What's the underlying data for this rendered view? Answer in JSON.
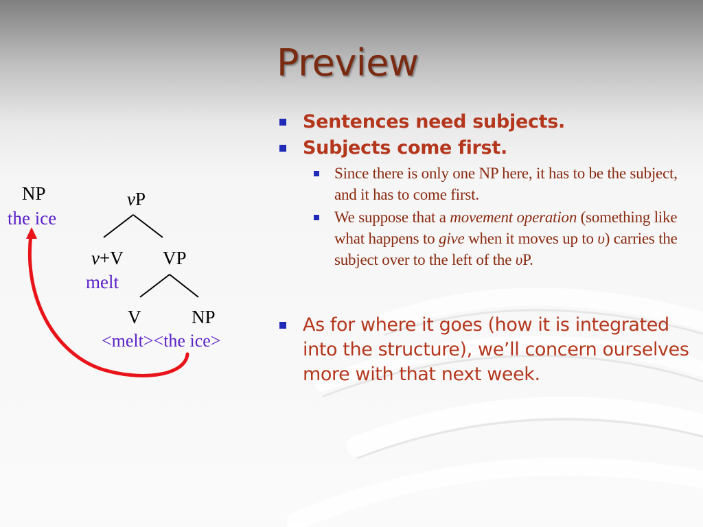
{
  "slide": {
    "title": "Preview",
    "bullets": [
      {
        "text": "Sentences need subjects."
      },
      {
        "text": "Subjects come first."
      },
      {
        "text": "As for where it goes (how it is integrated into the structure), we’ll concern ourselves more with that next week."
      }
    ],
    "sub_bullets": [
      {
        "text": "Since there is only one NP here, it has to be the subject, and it has to come first."
      },
      {
        "part1": "We suppose that a ",
        "italic1": "movement operation",
        "part2": " (something like what happens to ",
        "italic2": "give",
        "part3": " when it moves up to ",
        "italic3": "υ",
        "part4": ") carries the subject over to the left of the ",
        "italic4": "υ",
        "part5": "P."
      }
    ]
  },
  "tree": {
    "np_top_label": "NP",
    "np_top_words": "the ice",
    "vp_root_v": "v",
    "vp_root_p": "P",
    "v_plus_v_italic": "v",
    "v_plus_v_rest": "+V",
    "melt_word": "melt",
    "vp_label": "VP",
    "v_label": "V",
    "np_bottom_label": "NP",
    "trace_melt": "<melt>",
    "trace_np": "<the ice>"
  },
  "colors": {
    "title": "#7a2a10",
    "bullet_text": "#b4371d",
    "sub_bullet_text": "#8a2a10",
    "bullet_marker": "#1f2bb7",
    "tree_words": "#5b21c8",
    "movement_arrow": "#e8141a"
  },
  "icons": {
    "bullet": "square",
    "movement": "curved-arrow"
  }
}
